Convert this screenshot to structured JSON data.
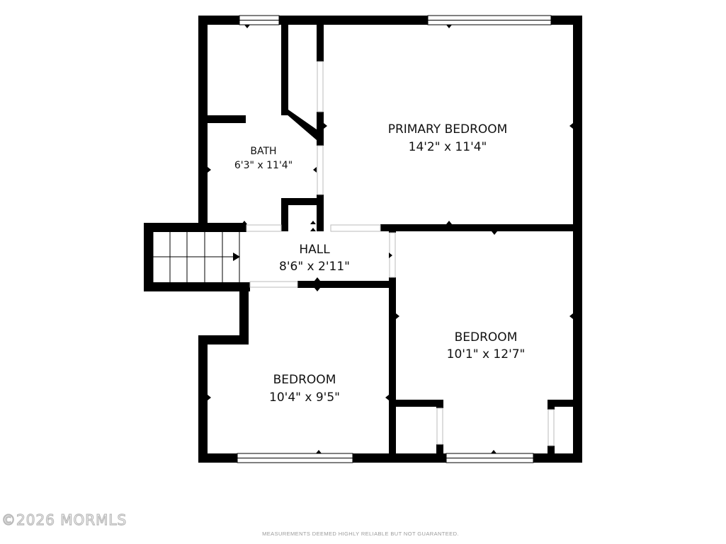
{
  "rooms": [
    {
      "id": "primary-bedroom",
      "name": "PRIMARY BEDROOM",
      "dimensions": "14'2\" x 11'4\""
    },
    {
      "id": "bath",
      "name": "BATH",
      "dimensions": "6'3\" x 11'4\""
    },
    {
      "id": "hall",
      "name": "HALL",
      "dimensions": "8'6\" x 2'11\""
    },
    {
      "id": "bedroom-right",
      "name": "BEDROOM",
      "dimensions": "10'1\" x 12'7\""
    },
    {
      "id": "bedroom-left",
      "name": "BEDROOM",
      "dimensions": "10'4\" x 9'5\""
    }
  ],
  "watermark": "©2026 MORMLS",
  "disclaimer": "MEASUREMENTS DEEMED HIGHLY RELIABLE BUT NOT GUARANTEED.",
  "colors": {
    "wall": "#000000",
    "background": "#ffffff",
    "window": "#ffffff"
  }
}
